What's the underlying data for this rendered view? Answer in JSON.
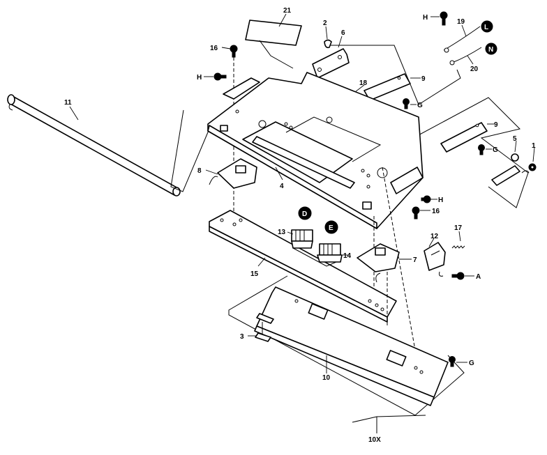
{
  "labels": {
    "p1": "1",
    "p2": "2",
    "p3": "3",
    "p4": "4",
    "p5": "5",
    "p6": "6",
    "p7": "7",
    "p8": "8",
    "p9a": "9",
    "p9b": "9",
    "p10": "10",
    "p10x": "10X",
    "p11": "11",
    "p12": "12",
    "p13": "13",
    "p14": "14",
    "p15": "15",
    "p16a": "16",
    "p16b": "16",
    "p17": "17",
    "p18": "18",
    "p19": "19",
    "p20": "20",
    "p21": "21",
    "hA": "H",
    "hB": "H",
    "hC": "H",
    "gA": "G",
    "gB": "G",
    "gC": "G",
    "a": "A"
  },
  "badges": {
    "L": "L",
    "N": "N",
    "D": "D",
    "E": "E"
  }
}
